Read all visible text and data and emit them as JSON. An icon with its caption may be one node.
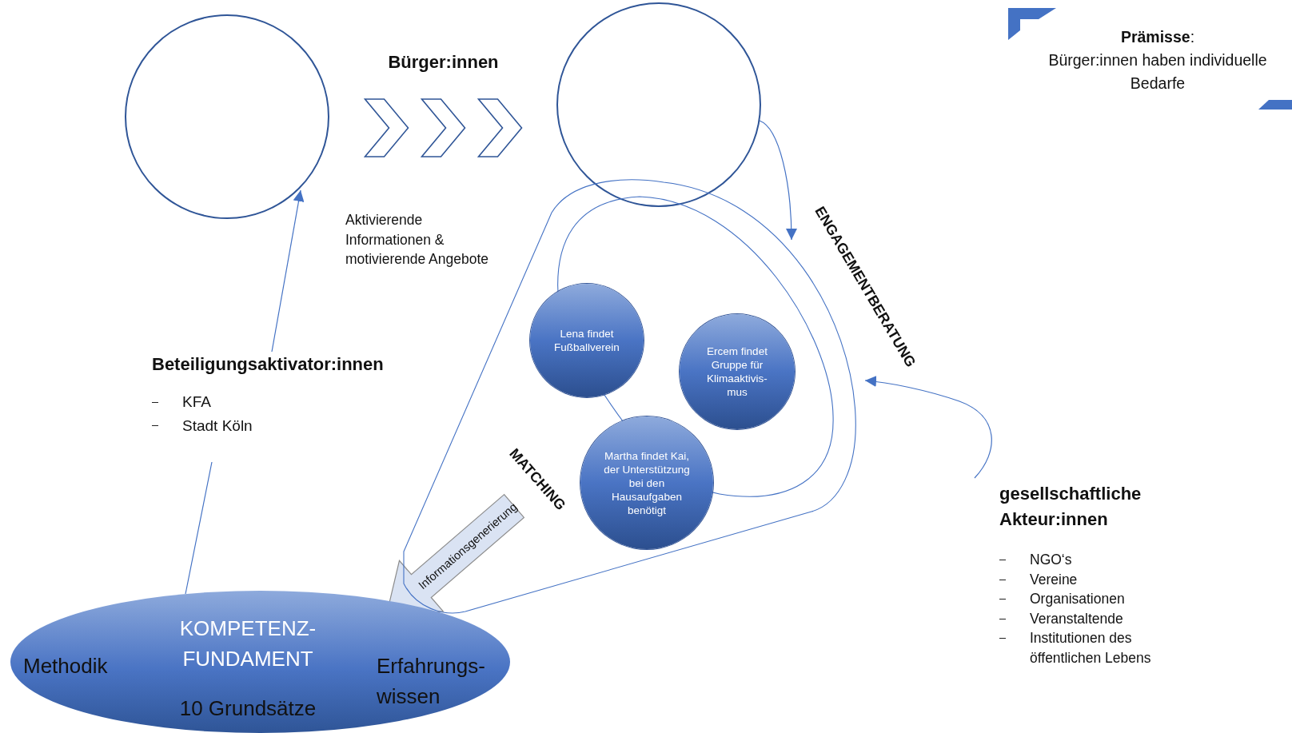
{
  "diagram": {
    "nodes": [
      {
        "text": [],
        "shape": "circle"
      },
      {
        "text": [],
        "shape": "circle"
      },
      {
        "text": [
          "**Prämisse**:",
          "Bürger:innen haben individuelle Bedarfe"
        ]
      },
      {
        "text": [
          "Beteiligungsaktivator:innen",
          "KFA",
          "Stadt Köln"
        ]
      },
      {
        "text": [],
        "shape": "funnel"
      },
      {
        "text": [
          "Lena findet Fußballverein"
        ],
        "in": 4
      },
      {
        "text": [
          "Ercem findet Gruppe für Klimaaktivis- mus"
        ],
        "in": 4
      },
      {
        "text": [
          "Martha findet Kai, der Unterstützung bei den Hausaufgaben benötigt"
        ],
        "in": 4
      },
      {
        "text": [
          "gesellschaftliche Akteur:innen",
          "NGO‘s",
          "Vereine",
          "Organisationen",
          "Veranstaltende",
          "Institutionen des öffentlichen Lebens"
        ]
      },
      {
        "text": [
          "Methodik",
          "KOMPETENZ- FUNDAMENT",
          "10 Grundsätze",
          "Erfahrungs- wissen"
        ]
      }
    ],
    "edges": [
      {
        "from": 0,
        "to": 1,
        "arrow": "to",
        "label": "Bürger:innen"
      },
      {
        "from": 3,
        "to": 0,
        "arrow": "to"
      },
      {
        "from": 3,
        "to": 9,
        "arrow": "none"
      },
      {
        "from": 1,
        "to": 4,
        "arrow": "to"
      },
      {
        "from": 8,
        "to": 4,
        "arrow": "to"
      },
      {
        "from": 4,
        "to": 9,
        "arrow": "to",
        "label": "Informationsgenerierung",
        "style": "thick"
      }
    ],
    "labels": [
      "Aktivierende Informationen & motivierende Angebote",
      "ENGAGEMENTBERATUNG",
      "MATCHING"
    ]
  }
}
